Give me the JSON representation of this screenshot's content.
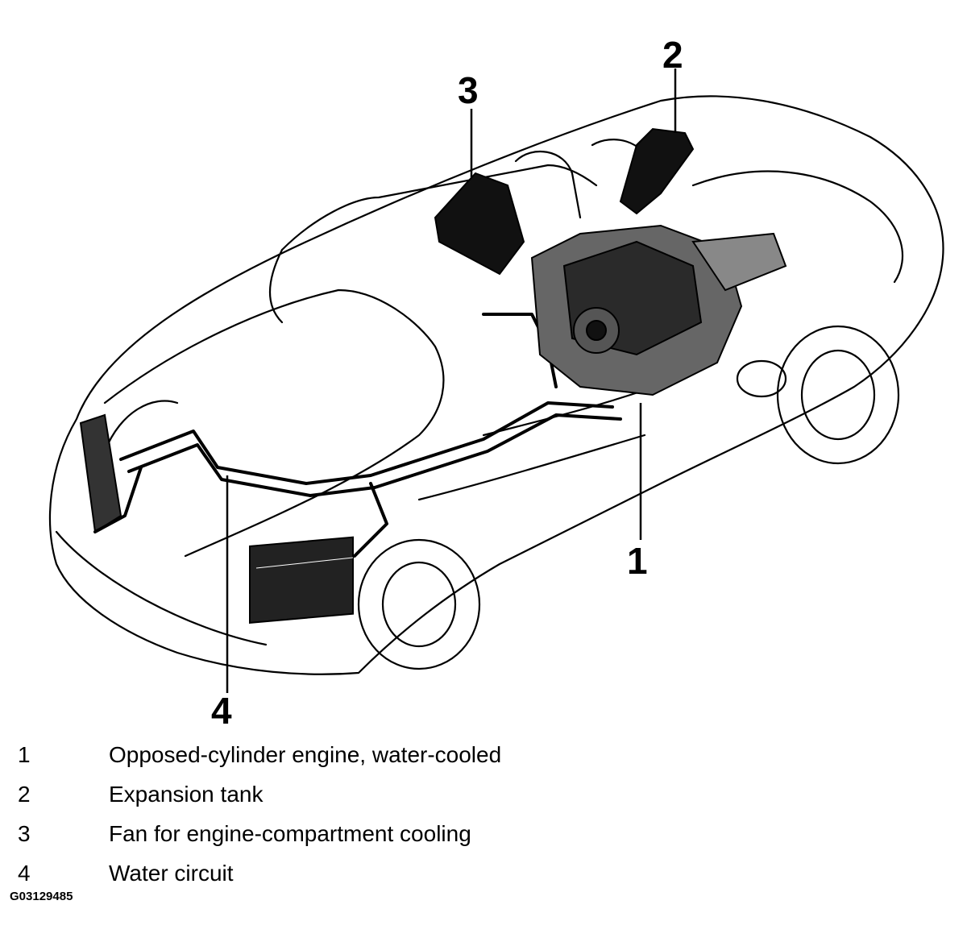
{
  "callouts": [
    {
      "number": "1",
      "label": "Opposed-cylinder engine, water-cooled"
    },
    {
      "number": "2",
      "label": "Expansion tank"
    },
    {
      "number": "3",
      "label": "Fan for engine-compartment cooling"
    },
    {
      "number": "4",
      "label": "Water circuit"
    }
  ],
  "figure_id": "G03129485"
}
